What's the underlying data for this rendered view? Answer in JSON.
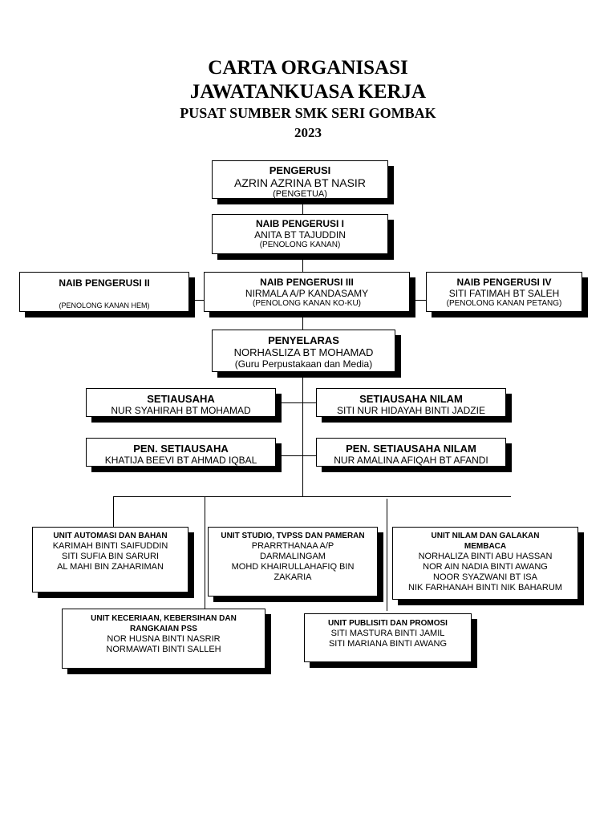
{
  "header": {
    "line1": "CARTA ORGANISASI",
    "line2": "JAWATANKUASA KERJA",
    "line3": "PUSAT SUMBER  SMK SERI GOMBAK",
    "line4": "2023"
  },
  "pengerusi": {
    "title": "PENGERUSI",
    "name": "AZRIN AZRINA BT NASIR",
    "role": "(PENGETUA)"
  },
  "naib1": {
    "title": "NAIB PENGERUSI I",
    "name": "ANITA BT TAJUDDIN",
    "role": "(PENOLONG KANAN)"
  },
  "naib2": {
    "title": "NAIB PENGERUSI II",
    "role": "(PENOLONG KANAN HEM)"
  },
  "naib3": {
    "title": "NAIB PENGERUSI III",
    "name": "NIRMALA A/P KANDASAMY",
    "role": "(PENOLONG KANAN KO-KU)"
  },
  "naib4": {
    "title": "NAIB PENGERUSI IV",
    "name": "SITI FATIMAH BT SALEH",
    "role": "(PENOLONG KANAN PETANG)"
  },
  "penyelaras": {
    "title": "PENYELARAS",
    "name": "NORHASLIZA BT MOHAMAD",
    "role": "(Guru Perpustakaan dan Media)"
  },
  "setiausaha": {
    "title": "SETIAUSAHA",
    "name": "NUR SYAHIRAH BT MOHAMAD"
  },
  "setiausaha_nilam": {
    "title": "SETIAUSAHA NILAM",
    "name": "SITI NUR HIDAYAH BINTI JADZIE"
  },
  "pen_setiausaha": {
    "title": "PEN. SETIAUSAHA",
    "name": "KHATIJA BEEVI BT AHMAD IQBAL"
  },
  "pen_setiausaha_nilam": {
    "title": "PEN. SETIAUSAHA NILAM",
    "name": "NUR AMALINA AFIQAH BT AFANDI"
  },
  "units": {
    "automasi": {
      "title": "UNIT AUTOMASI DAN BAHAN",
      "members": [
        "KARIMAH BINTI SAIFUDDIN",
        "SITI SUFIA BIN SARURI",
        "AL MAHI BIN ZAHARIMAN"
      ]
    },
    "studio": {
      "title": "UNIT STUDIO, TVPSS DAN PAMERAN",
      "members": [
        "PRARRTHANAA A/P DARMALINGAM",
        "MOHD KHAIRULLAHAFIQ BIN ZAKARIA"
      ]
    },
    "nilam": {
      "title": "UNIT NILAM DAN GALAKAN MEMBACA",
      "members": [
        "NORHALIZA BINTI ABU HASSAN",
        "NOR AIN NADIA BINTI AWANG",
        "NOOR SYAZWANI BT ISA",
        "NIK FARHANAH BINTI NIK BAHARUM"
      ]
    },
    "keceriaan": {
      "title": "UNIT KECERIAAN, KEBERSIHAN  DAN RANGKAIAN PSS",
      "members": [
        "NOR HUSNA BINTI NASRIR",
        "NORMAWATI BINTI SALLEH"
      ]
    },
    "publisiti": {
      "title": "UNIT PUBLISITI DAN PROMOSI",
      "members": [
        "SITI MASTURA BINTI JAMIL",
        "SITI MARIANA BINTI AWANG"
      ]
    }
  }
}
